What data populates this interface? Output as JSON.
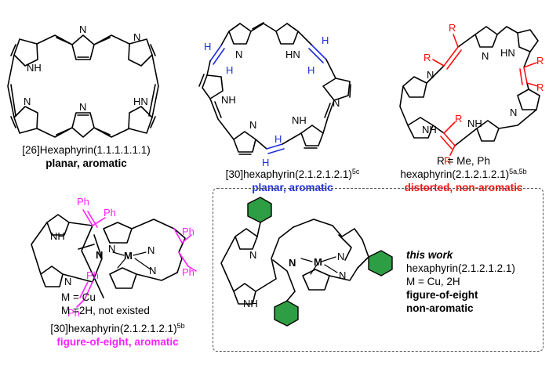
{
  "colors": {
    "black": "#000000",
    "blue": "#1f2ee0",
    "red": "#ff1010",
    "magenta": "#ff22ff",
    "green": "#2e9e45",
    "box_border": "#555555"
  },
  "atoms": {
    "n": "N",
    "nh": "NH",
    "hn": "HN",
    "h": "H",
    "r": "R",
    "ph": "Ph",
    "m": "M"
  },
  "molecule_1": {
    "name": "[26]Hexaphyrin(1.1.1.1.1.1)",
    "property": "planar, aromatic"
  },
  "molecule_2": {
    "name": "[30]hexaphyrin(2.1.2.1.2.1)",
    "ref": "5c",
    "property": "planar, aromatic"
  },
  "molecule_3": {
    "substituents": "R = Me, Ph",
    "name": "hexaphyrin(2.1.2.1.2.1)",
    "ref": "5a,5b",
    "property": "distorted, non-aromatic"
  },
  "molecule_4": {
    "metal_1": "M = Cu",
    "metal_2": "M =2H, not existed",
    "name": "[30]hexaphyrin(2.1.2.1.2.1)",
    "ref": "5b",
    "property": "figure-of-eight, aromatic"
  },
  "molecule_5": {
    "label": "this work",
    "name": "hexaphyrin(2.1.2.1.2.1)",
    "metal": "M = Cu, 2H",
    "property_1": "figure-of-eight",
    "property_2": "non-aromatic"
  }
}
